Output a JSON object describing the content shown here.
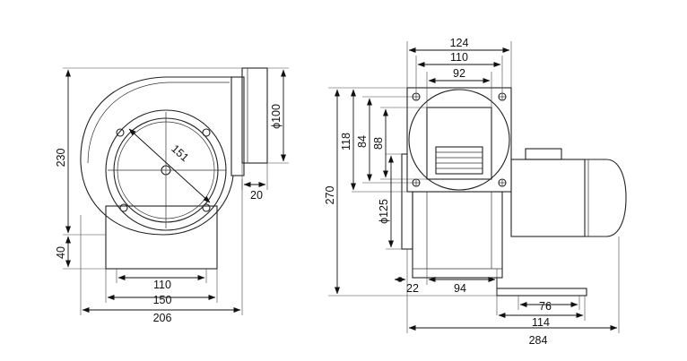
{
  "drawing": {
    "front_view": {
      "dims": {
        "height_total": "230",
        "base_height": "40",
        "outlet_diameter": "ϕ100",
        "flange_depth": "20",
        "impeller_diameter": "151",
        "base_inner": "110",
        "base_outer": "150",
        "overall_width": "206"
      }
    },
    "side_view": {
      "dims": {
        "flange_outer": "124",
        "flange_holes": "110",
        "flange_opening": "92",
        "height_total": "270",
        "flange_height": "118",
        "flange_hole_spacing": "84",
        "opening_height": "88",
        "inlet_diameter": "ϕ125",
        "inlet_offset": "22",
        "body_width": "94",
        "foot_holes": "76",
        "foot_width": "114",
        "overall_length": "284"
      }
    }
  }
}
